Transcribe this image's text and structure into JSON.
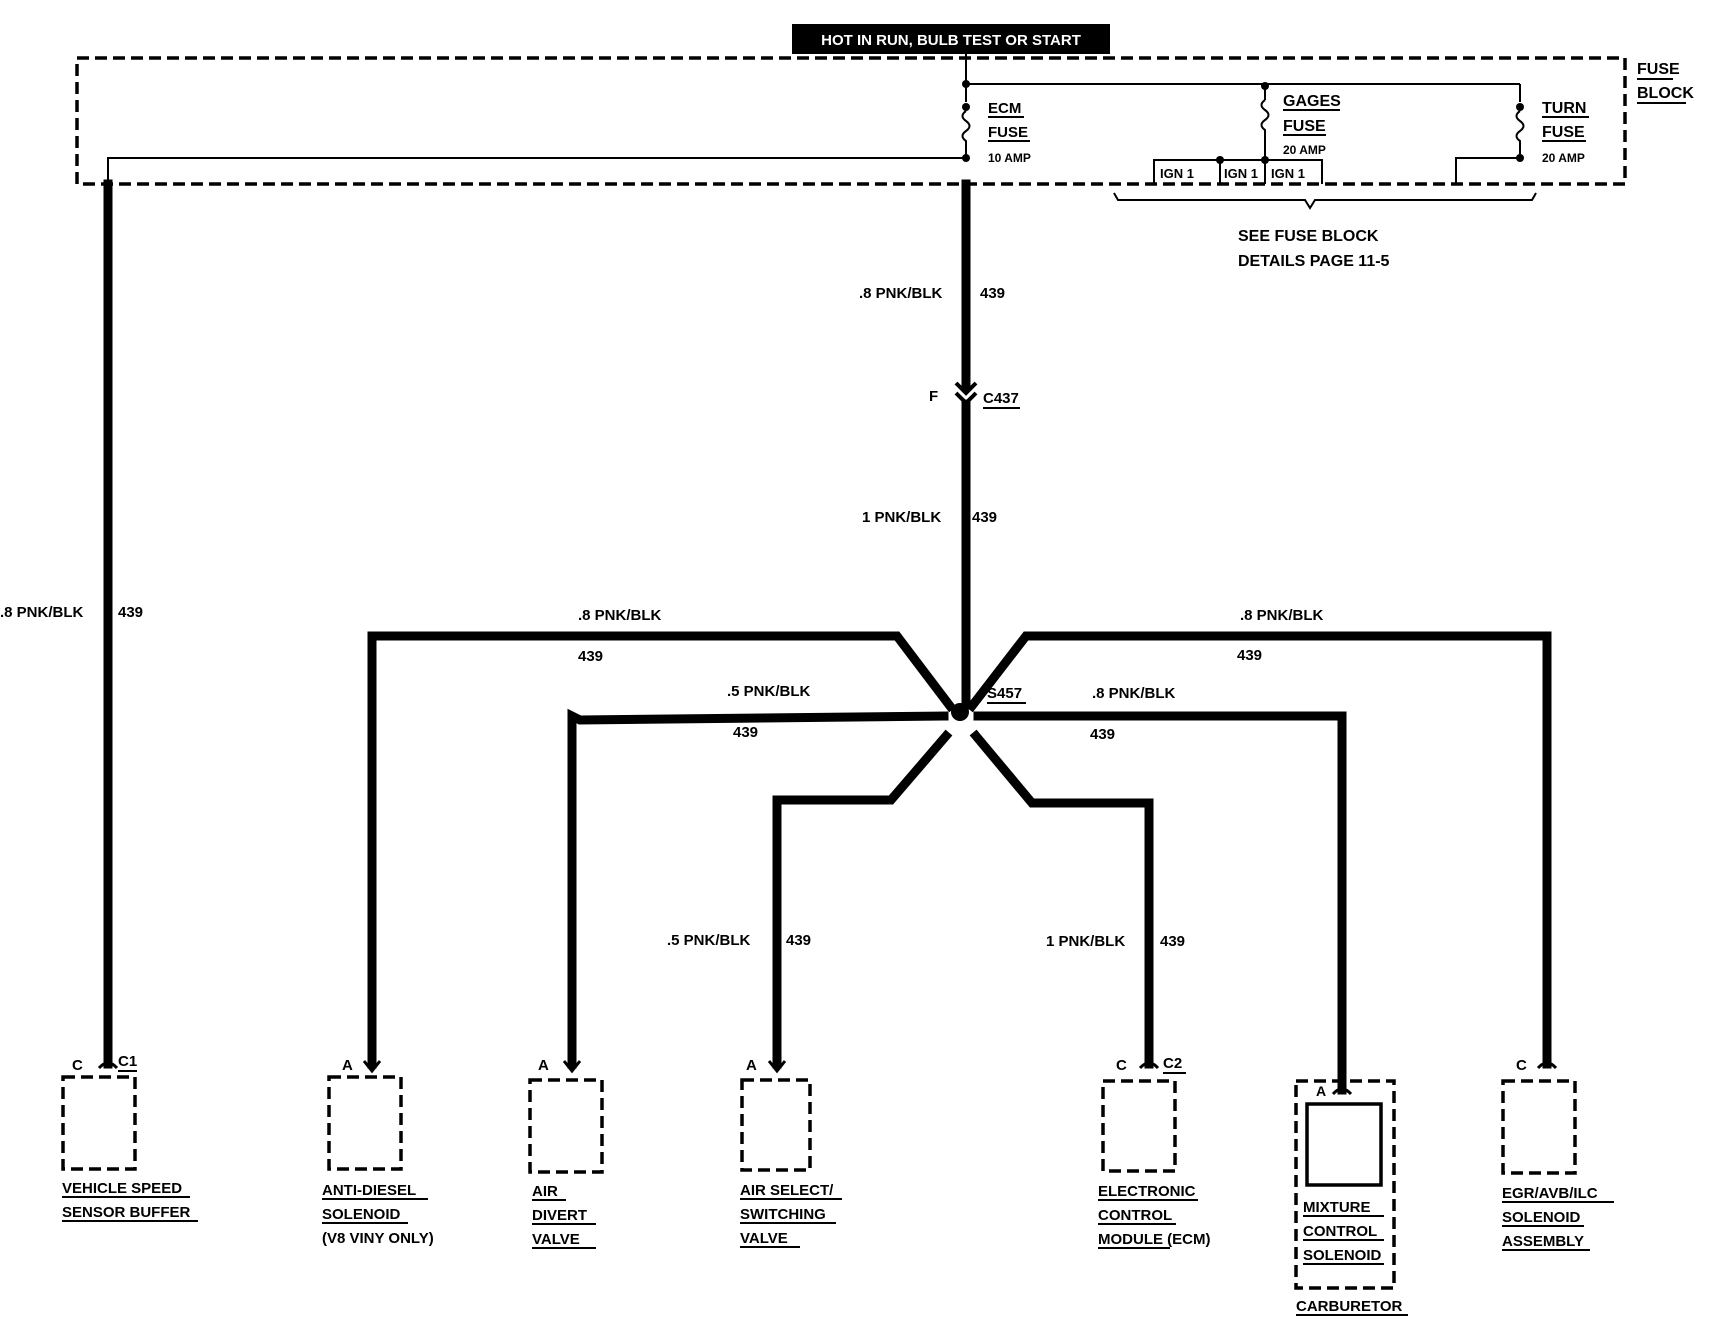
{
  "header": {
    "power_label": "HOT IN RUN, BULB TEST OR START"
  },
  "fuse_block": {
    "label_line1": "FUSE",
    "label_line2": "BLOCK",
    "fuses": [
      {
        "line1": "ECM",
        "line2": "FUSE",
        "rating": "10 AMP"
      },
      {
        "line1": "GAGES",
        "line2": "FUSE",
        "rating": "20 AMP"
      },
      {
        "line1": "TURN",
        "line2": "FUSE",
        "rating": "20 AMP"
      }
    ],
    "ign_labels": [
      "IGN 1",
      "IGN 1",
      "IGN 1"
    ],
    "details_line1": "SEE FUSE BLOCK",
    "details_line2": "DETAILS PAGE 11-5"
  },
  "connectors": {
    "c437": {
      "pin": "F",
      "name": "C437"
    },
    "splice": "S457"
  },
  "wires": {
    "main_upper": {
      "gauge": ".8 PNK/BLK",
      "circuit": "439"
    },
    "main_lower": {
      "gauge": "1 PNK/BLK",
      "circuit": "439"
    },
    "left": {
      "gauge": ".8 PNK/BLK",
      "circuit": "439"
    },
    "branch_antidiesel": {
      "gauge": ".8 PNK/BLK",
      "circuit": "439"
    },
    "branch_airdivert": {
      "gauge": ".5 PNK/BLK",
      "circuit": "439"
    },
    "branch_airselect": {
      "gauge": ".5 PNK/BLK",
      "circuit": "439"
    },
    "branch_ecm": {
      "gauge": "1 PNK/BLK",
      "circuit": "439"
    },
    "branch_mixture": {
      "gauge": ".8 PNK/BLK",
      "circuit": "439"
    },
    "branch_egr": {
      "gauge": ".8 PNK/BLK",
      "circuit": "439"
    }
  },
  "components": [
    {
      "id": "vss",
      "pin": "C",
      "conn": "C1",
      "lines": [
        "VEHICLE SPEED",
        "SENSOR BUFFER"
      ]
    },
    {
      "id": "antidiesel",
      "pin": "A",
      "conn": "",
      "lines": [
        "ANTI-DIESEL",
        "SOLENOID",
        "(V8 VINY ONLY)"
      ]
    },
    {
      "id": "airdivert",
      "pin": "A",
      "conn": "",
      "lines": [
        "AIR",
        "DIVERT",
        "VALVE"
      ]
    },
    {
      "id": "airselect",
      "pin": "A",
      "conn": "",
      "lines": [
        "AIR SELECT/",
        "SWITCHING",
        "VALVE"
      ]
    },
    {
      "id": "ecm",
      "pin": "C",
      "conn": "C2",
      "lines": [
        "ELECTRONIC",
        "CONTROL",
        "MODULE (ECM)"
      ]
    },
    {
      "id": "mixture",
      "pin": "A",
      "conn": "",
      "lines": [
        "MIXTURE",
        "CONTROL",
        "SOLENOID"
      ],
      "sub": "CARBURETOR"
    },
    {
      "id": "egr",
      "pin": "C",
      "conn": "",
      "lines": [
        "EGR/AVB/ILC",
        "SOLENOID",
        "ASSEMBLY"
      ]
    }
  ]
}
